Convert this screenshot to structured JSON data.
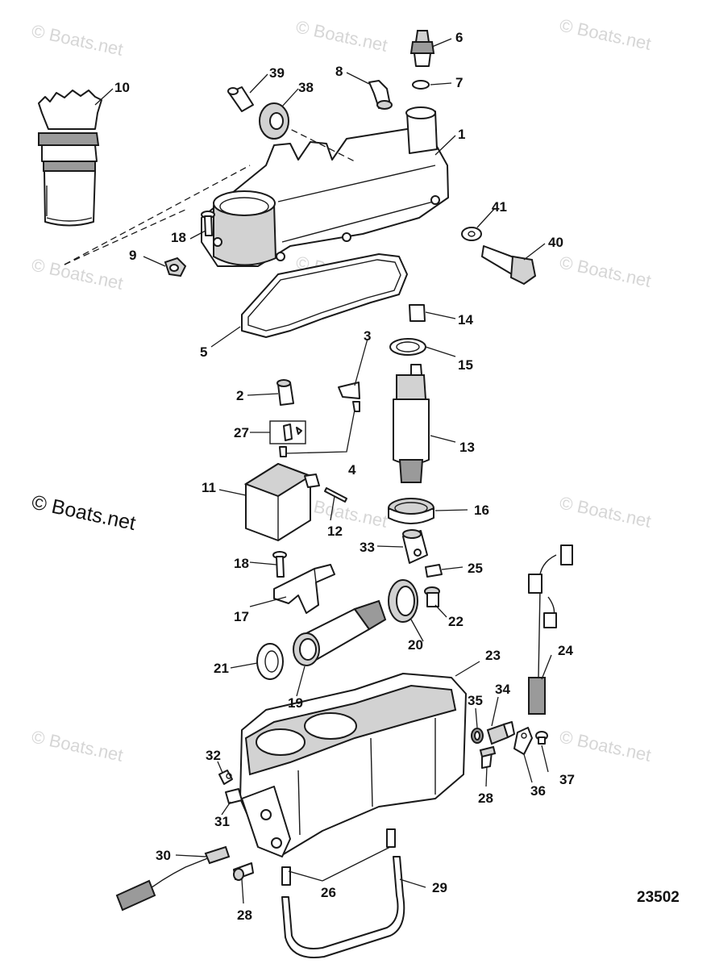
{
  "watermark": "© Boats.net",
  "diagram_number": "23502",
  "callouts": {
    "c1": "1",
    "c2": "2",
    "c3": "3",
    "c4": "4",
    "c5": "5",
    "c6": "6",
    "c7": "7",
    "c8": "8",
    "c9": "9",
    "c10": "10",
    "c11": "11",
    "c12": "12",
    "c13": "13",
    "c14": "14",
    "c15": "15",
    "c16": "16",
    "c17": "17",
    "c18a": "18",
    "c18b": "18",
    "c19": "19",
    "c20": "20",
    "c21": "21",
    "c22": "22",
    "c23": "23",
    "c24": "24",
    "c25": "25",
    "c26": "26",
    "c27": "27",
    "c28a": "28",
    "c28b": "28",
    "c29": "29",
    "c30": "30",
    "c31": "31",
    "c32": "32",
    "c33": "33",
    "c34": "34",
    "c35": "35",
    "c36": "36",
    "c37": "37",
    "c38": "38",
    "c39": "39",
    "c40": "40",
    "c41": "41"
  }
}
